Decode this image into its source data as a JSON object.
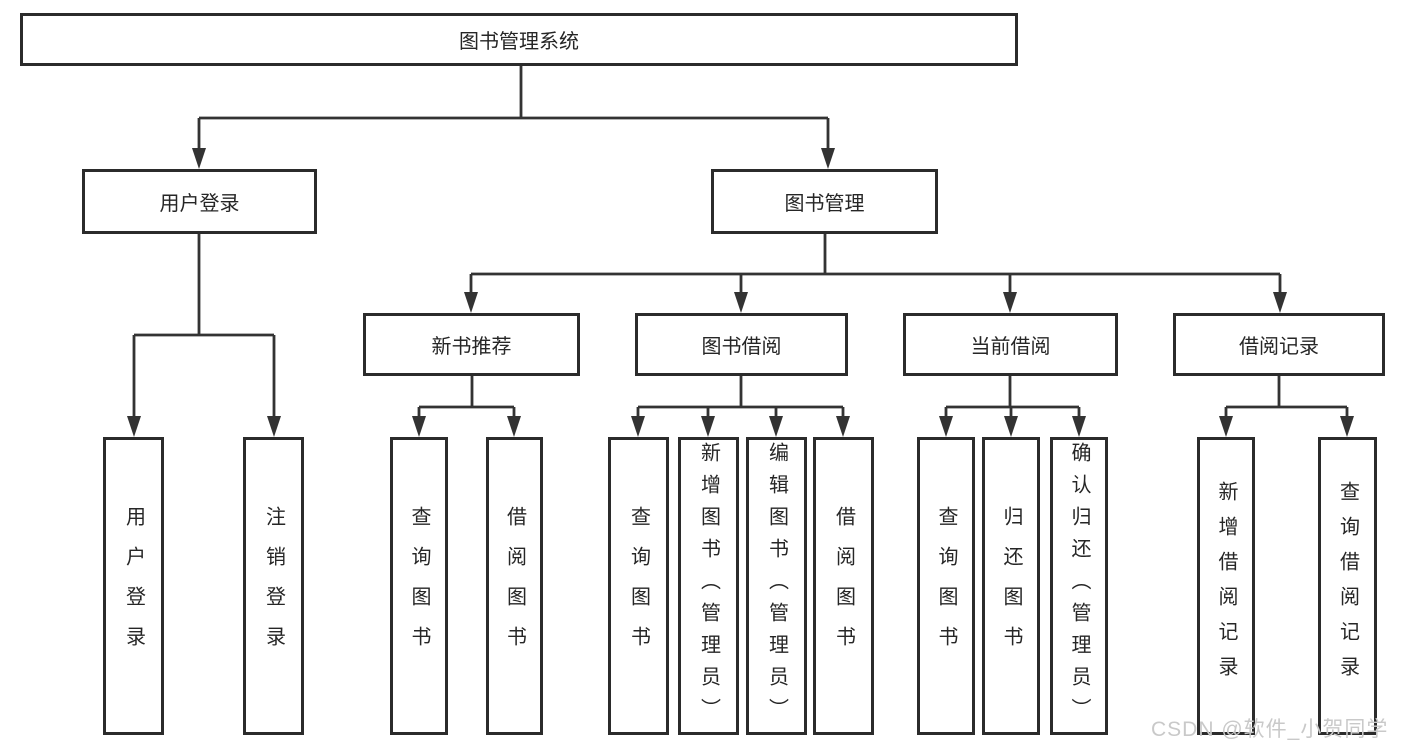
{
  "tree": {
    "label": "图书管理系统",
    "children": [
      {
        "label": "用户登录",
        "children": [
          {
            "label": "用户登录"
          },
          {
            "label": "注销登录"
          }
        ]
      },
      {
        "label": "图书管理",
        "children": [
          {
            "label": "新书推荐",
            "children": [
              {
                "label": "查询图书"
              },
              {
                "label": "借阅图书"
              }
            ]
          },
          {
            "label": "图书借阅",
            "children": [
              {
                "label": "查询图书"
              },
              {
                "label": "新增图书（管理员）"
              },
              {
                "label": "编辑图书（管理员）"
              },
              {
                "label": "借阅图书"
              }
            ]
          },
          {
            "label": "当前借阅",
            "children": [
              {
                "label": "查询图书"
              },
              {
                "label": "归还图书"
              },
              {
                "label": "确认归还（管理员）"
              }
            ]
          },
          {
            "label": "借阅记录",
            "children": [
              {
                "label": "新增借阅记录"
              },
              {
                "label": "查询借阅记录"
              }
            ]
          }
        ]
      }
    ]
  },
  "watermark": {
    "text": "CSDN @软件_小贺同学"
  },
  "colors": {
    "line": "#333333",
    "box_border": "#2b2b2b",
    "text": "#262626",
    "watermark": "#c9c9c9",
    "background": "#ffffff"
  }
}
